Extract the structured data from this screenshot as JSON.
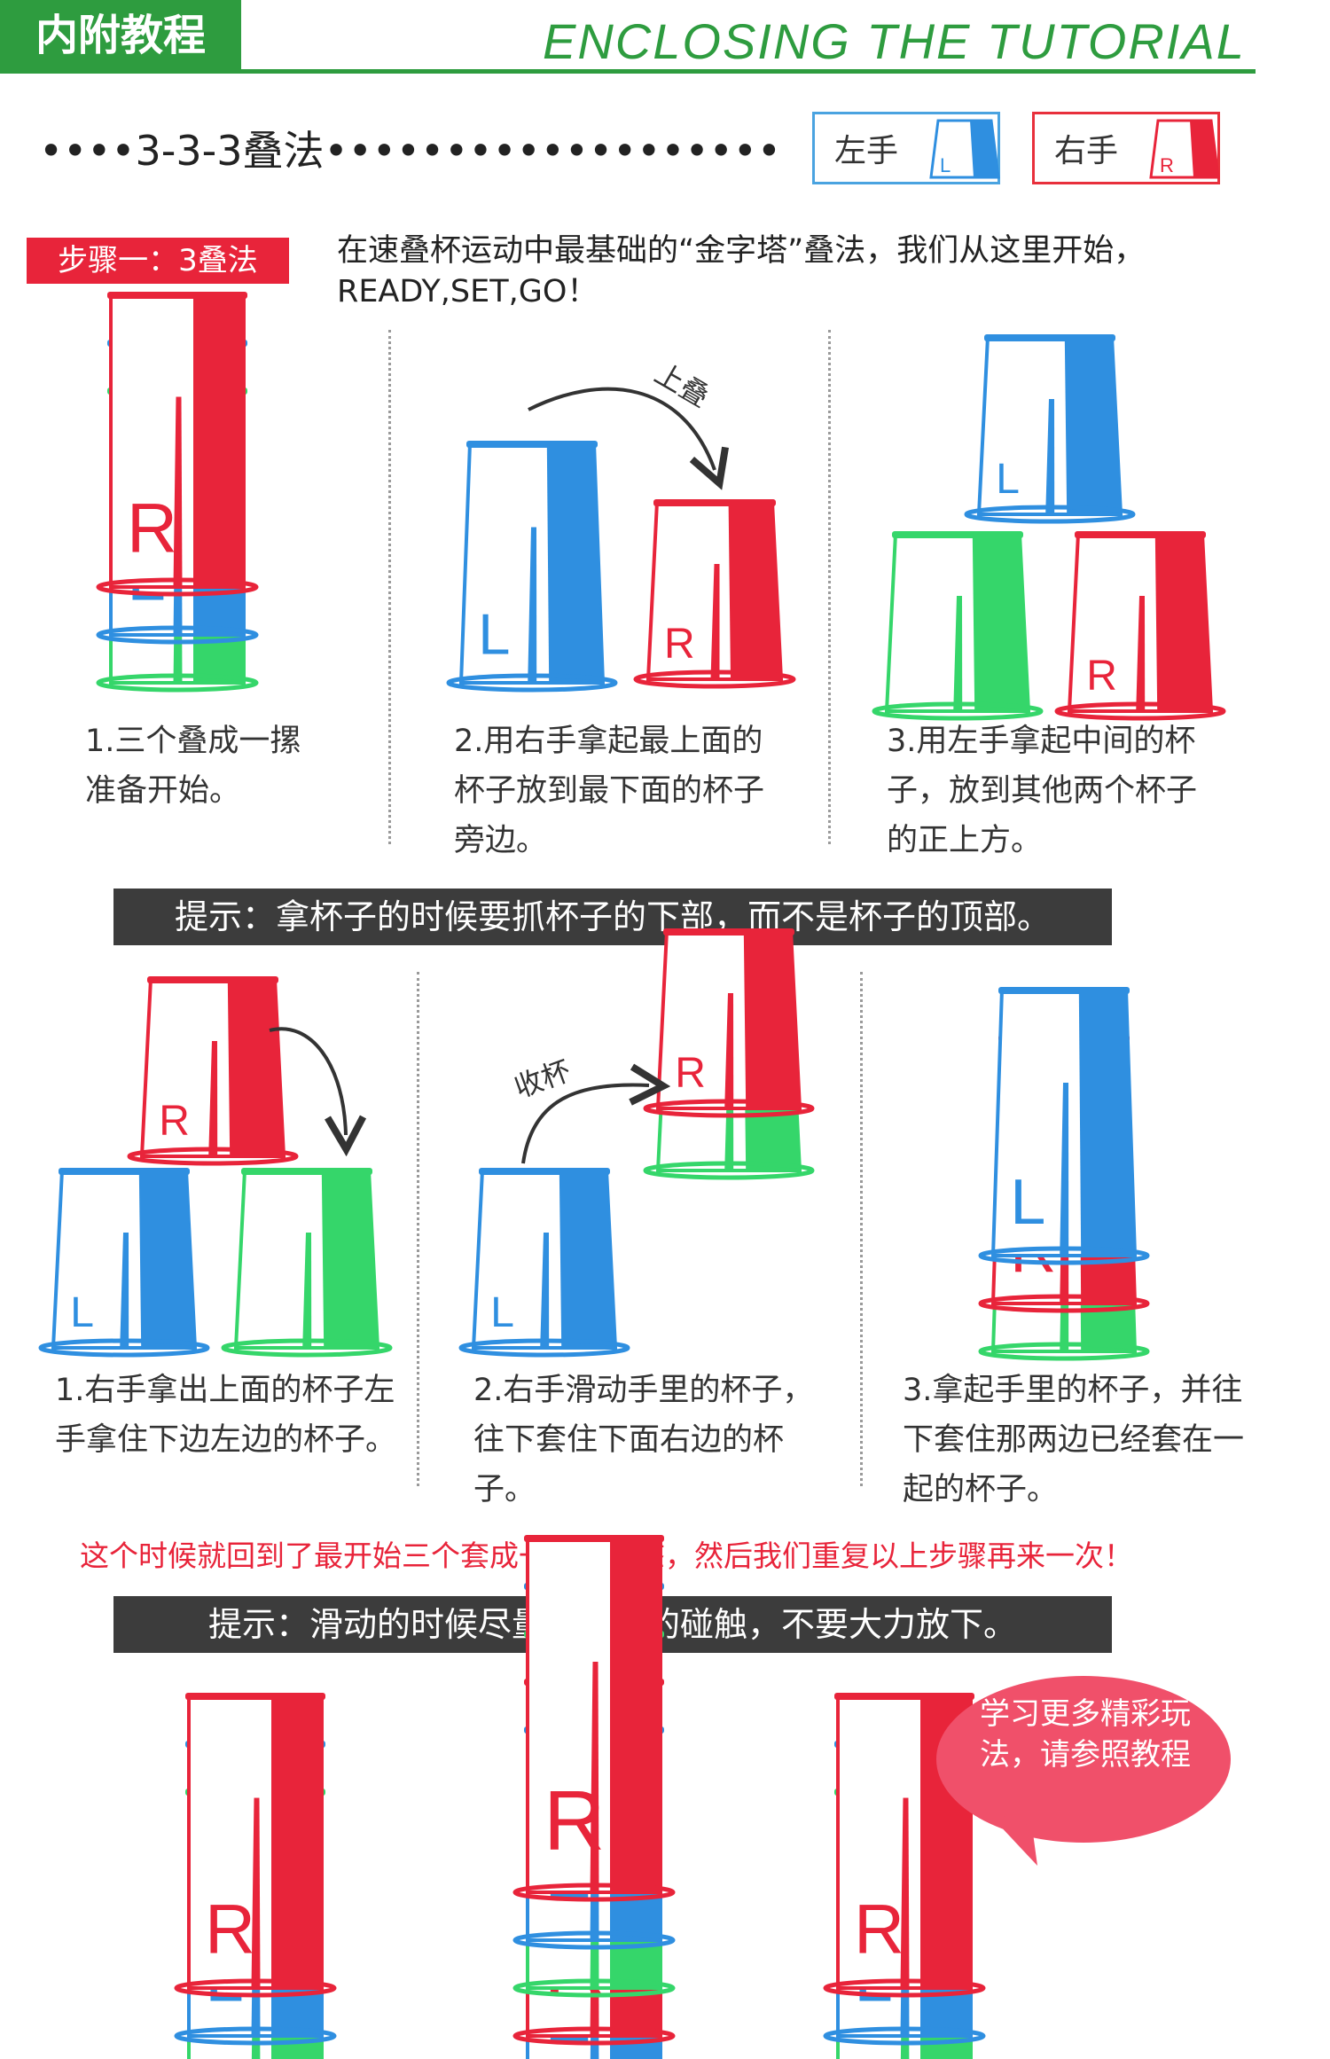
{
  "header": {
    "title_cn": "内附教程",
    "title_en": "ENCLOSING THE TUTORIAL"
  },
  "method_title": "••••3-3-3叠法•••••••••••••••••••",
  "hands": {
    "left": "左手",
    "right": "右手"
  },
  "step1": {
    "badge": "步骤一：3叠法",
    "intro": "在速叠杯运动中最基础的“金字塔”叠法，我们从这里开始，READY,SET,GO！"
  },
  "row1": {
    "captions": [
      "1.三个叠成一摞准备开始。",
      "2.用右手拿起最上面的杯子放到最下面的杯子旁边。",
      "3.用左手拿起中间的杯子，放到其他两个杯子的正上方。"
    ],
    "arrow_label": "上叠"
  },
  "tip1": "提示：拿杯子的时候要抓杯子的下部，而不是杯子的顶部。",
  "row2": {
    "captions": [
      "1.右手拿出上面的杯子左手拿住下边左边的杯子。",
      "2.右手滑动手里的杯子，往下套住下面右边的杯子。",
      "3.拿起手里的杯子，并往下套住那两边已经套在一起的杯子。"
    ],
    "arrow_label": "收杯"
  },
  "red_note": "这个时候就回到了最开始三个套成一摞的状态，然后我们重复以上步骤再来一次！",
  "tip2": "提示：滑动的时候尽量轻、柔的碰触，不要大力放下。",
  "bubble": "学习更多精彩玩法，请参照教程",
  "cup_letters": {
    "left": "L",
    "right": "R"
  },
  "colors": {
    "green": "#2e9c3f",
    "red": "#e8243a",
    "blue": "#2f8fe0",
    "cup_green": "#35d66a",
    "tip_bg": "#3c3c3c",
    "bubble": "#f0506a"
  }
}
